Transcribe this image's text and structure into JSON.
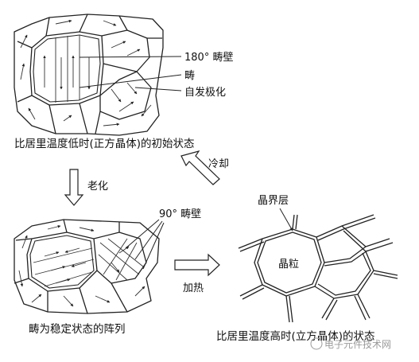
{
  "panel_top_left": {
    "label_180_wall": "180° 畴壁",
    "label_domain": "畴",
    "label_spont_polarization": "自发极化",
    "caption": "比居里温度低时(正方晶体)的初始状态"
  },
  "panel_bottom_left": {
    "label_90_wall": "90° 畴壁",
    "caption": "畴为稳定状态的阵列"
  },
  "panel_bottom_right": {
    "label_grain_boundary": "晶界层",
    "label_grain": "晶粒",
    "caption": "比居里温度高时(立方晶体)的状态"
  },
  "arrows": {
    "aging": "老化",
    "heating": "加热",
    "cooling": "冷却"
  },
  "watermark": "电子元件技术网",
  "colors": {
    "line": "#222222",
    "background": "#ffffff"
  }
}
